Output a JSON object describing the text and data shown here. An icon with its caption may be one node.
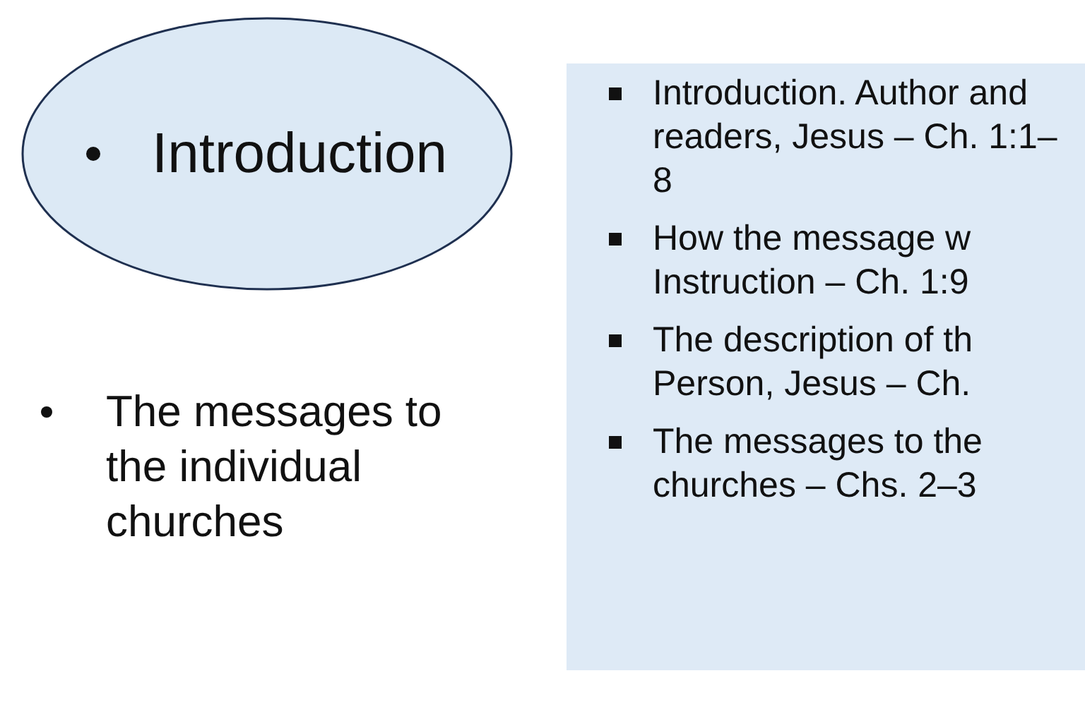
{
  "diagram": {
    "nodes": [
      {
        "text": [
          "Introduction"
        ]
      },
      {
        "text": [
          "Introduction. Author and readers, Jesus – Ch. 1:1–8",
          "How the message w Instruction – Ch. 1:9",
          "The description of th Person, Jesus – Ch.",
          "The messages to the churches – Chs. 2–3"
        ]
      }
    ],
    "edges": [],
    "labels": [
      "The messages to the individual churches"
    ]
  }
}
